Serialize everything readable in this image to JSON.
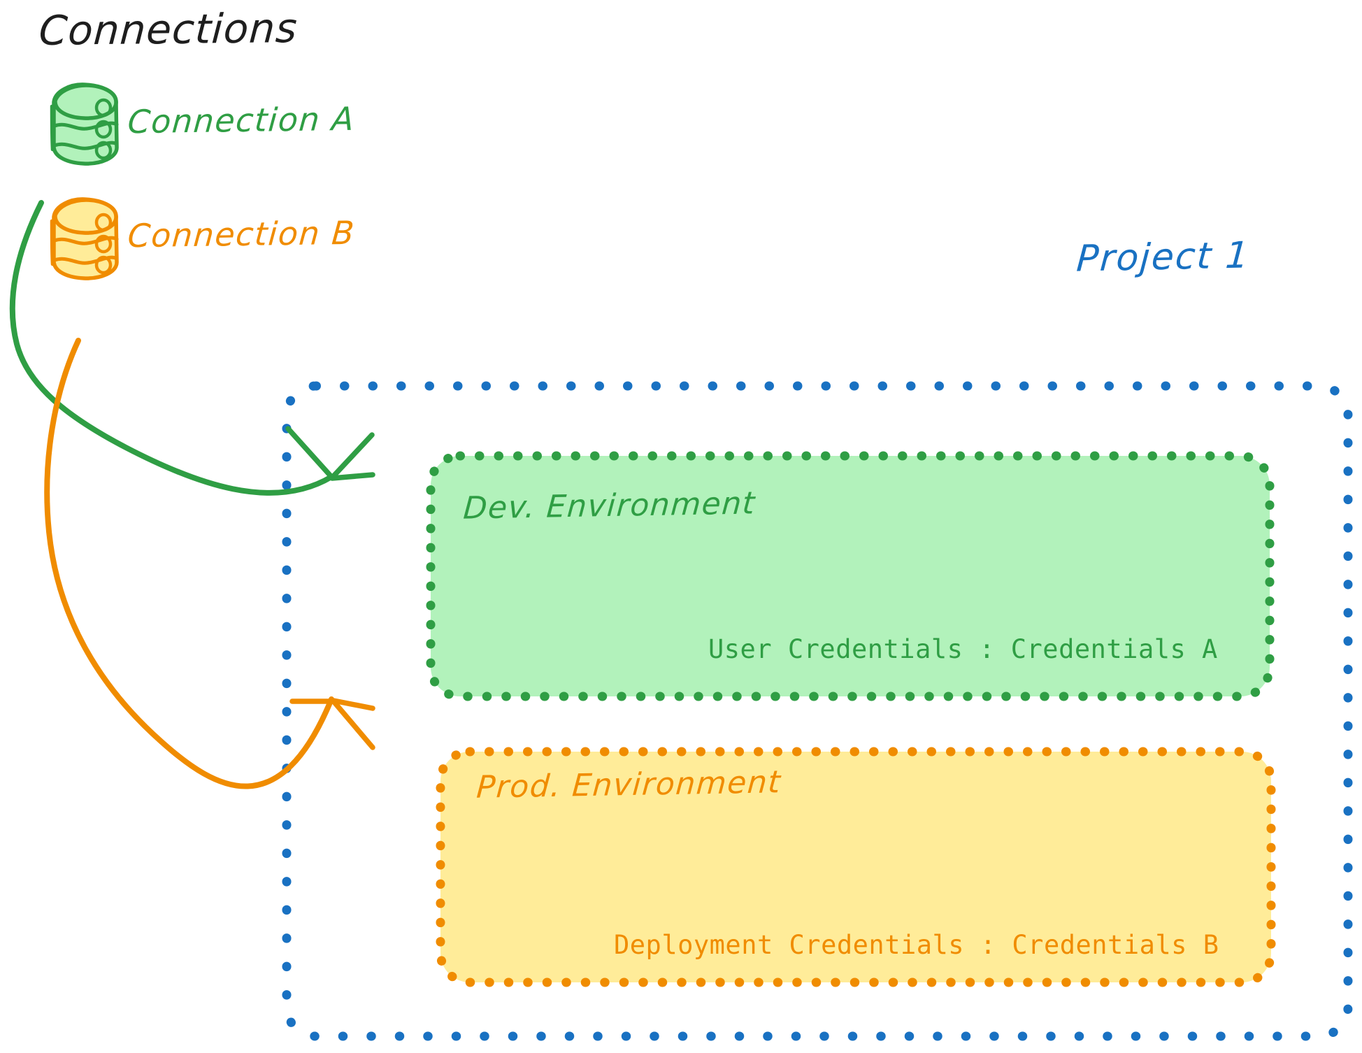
{
  "diagram": {
    "title": "Connections",
    "background_color": "#ffffff",
    "connections": [
      {
        "id": "connection-a",
        "label": "Connection A",
        "icon": "database-cylinder-icon",
        "stroke_color": "#2f9e44",
        "fill_color": "#b2f2bb",
        "target": "dev-environment"
      },
      {
        "id": "connection-b",
        "label": "Connection B",
        "icon": "database-cylinder-icon",
        "stroke_color": "#f08c00",
        "fill_color": "#ffec99",
        "target": "prod-environment"
      }
    ],
    "project": {
      "label": "Project 1",
      "border_color": "#1971c2",
      "border_style": "dotted",
      "environments": [
        {
          "id": "dev-environment",
          "title": "Dev. Environment",
          "credentials_label": "User Credentials",
          "credentials_separator": ":",
          "credentials_value": "Credentials A",
          "credentials_line": "User Credentials : Credentials A",
          "fill_color": "#b2f2bb",
          "border_color": "#2f9e44",
          "border_style": "dotted"
        },
        {
          "id": "prod-environment",
          "title": "Prod. Environment",
          "credentials_label": "Deployment Credentials",
          "credentials_separator": ":",
          "credentials_value": "Credentials B",
          "credentials_line": "Deployment Credentials : Credentials B",
          "fill_color": "#ffec99",
          "border_color": "#f08c00",
          "border_style": "dotted"
        }
      ]
    },
    "arrows": [
      {
        "id": "arrow-connection-a-to-dev",
        "color": "#2f9e44",
        "from": "connection-a",
        "to": "dev-environment"
      },
      {
        "id": "arrow-connection-b-to-prod",
        "color": "#f08c00",
        "from": "connection-b",
        "to": "prod-environment"
      }
    ]
  }
}
